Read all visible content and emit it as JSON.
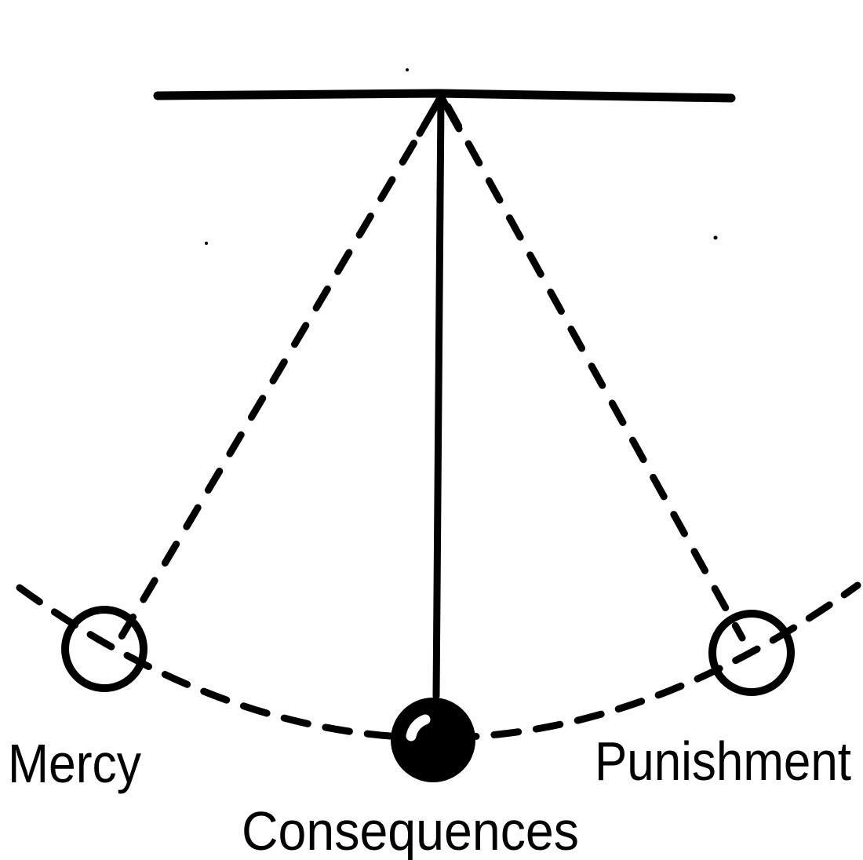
{
  "page": {
    "background_color": "#ffffff",
    "ink_color": "#000000",
    "highlight_color": "#ffffff"
  },
  "diagram": {
    "type": "pendulum-swing",
    "labels": {
      "left_position": "Mercy",
      "bottom_position": "Consequences",
      "right_position": "Punishment"
    }
  }
}
